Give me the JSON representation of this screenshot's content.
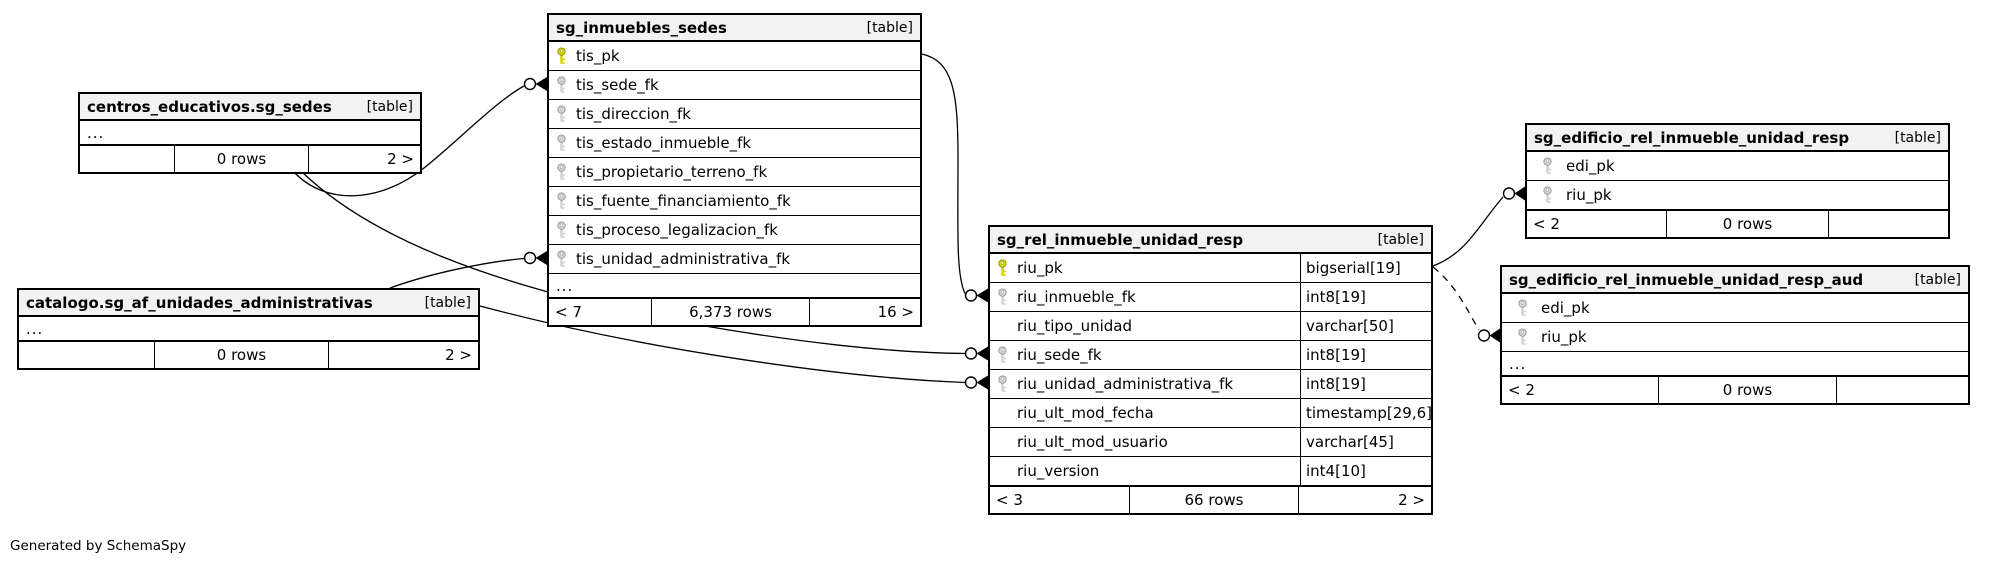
{
  "diagram": {
    "generator_note": "Generated by SchemaSpy",
    "colors": {
      "pk_key_fill": "#d6d600",
      "pk_key_stroke": "#8f8f00",
      "fk_key_fill": "#d4d4d4",
      "fk_key_stroke": "#949494",
      "header_bg": "#f2f2f2",
      "border": "#000000"
    },
    "tables": [
      {
        "title": "centros_educativos.sg_sedes",
        "badge": "[table]",
        "rows": [
          {
            "label": "..."
          }
        ],
        "footer": {
          "left": "",
          "center": "0 rows",
          "right": "2 >"
        }
      },
      {
        "title": "sg_inmuebles_sedes",
        "badge": "[table]",
        "rows": [
          {
            "label": "tis_pk",
            "key": "pk"
          },
          {
            "label": "tis_sede_fk",
            "key": "fk"
          },
          {
            "label": "tis_direccion_fk",
            "key": "fk"
          },
          {
            "label": "tis_estado_inmueble_fk",
            "key": "fk"
          },
          {
            "label": "tis_propietario_terreno_fk",
            "key": "fk"
          },
          {
            "label": "tis_fuente_financiamiento_fk",
            "key": "fk"
          },
          {
            "label": "tis_proceso_legalizacion_fk",
            "key": "fk"
          },
          {
            "label": "tis_unidad_administrativa_fk",
            "key": "fk"
          },
          {
            "label": "..."
          }
        ],
        "footer": {
          "left": "< 7",
          "center": "6,373 rows",
          "right": "16 >"
        }
      },
      {
        "title": "catalogo.sg_af_unidades_administrativas",
        "badge": "[table]",
        "rows": [
          {
            "label": "..."
          }
        ],
        "footer": {
          "left": "",
          "center": "0 rows",
          "right": "2 >"
        }
      },
      {
        "title": "sg_rel_inmueble_unidad_resp",
        "badge": "[table]",
        "rows": [
          {
            "label": "riu_pk",
            "key": "pk",
            "type": "bigserial[19]"
          },
          {
            "label": "riu_inmueble_fk",
            "key": "fk",
            "type": "int8[19]"
          },
          {
            "label": "riu_tipo_unidad",
            "type": "varchar[50]"
          },
          {
            "label": "riu_sede_fk",
            "key": "fk",
            "type": "int8[19]"
          },
          {
            "label": "riu_unidad_administrativa_fk",
            "key": "fk",
            "type": "int8[19]"
          },
          {
            "label": "riu_ult_mod_fecha",
            "type": "timestamp[29,6]"
          },
          {
            "label": "riu_ult_mod_usuario",
            "type": "varchar[45]"
          },
          {
            "label": "riu_version",
            "type": "int4[10]"
          }
        ],
        "footer": {
          "left": "< 3",
          "center": "66 rows",
          "right": "2 >"
        }
      },
      {
        "title": "sg_edificio_rel_inmueble_unidad_resp",
        "badge": "[table]",
        "rows": [
          {
            "label": "edi_pk",
            "key": "fk"
          },
          {
            "label": "riu_pk",
            "key": "fk"
          }
        ],
        "footer": {
          "left": "< 2",
          "center": "0 rows",
          "right": ""
        }
      },
      {
        "title": "sg_edificio_rel_inmueble_unidad_resp_aud",
        "badge": "[table]",
        "rows": [
          {
            "label": "edi_pk",
            "key": "fk"
          },
          {
            "label": "riu_pk",
            "key": "fk"
          },
          {
            "label": "..."
          }
        ],
        "footer": {
          "left": "< 2",
          "center": "0 rows",
          "right": ""
        }
      }
    ],
    "relationships": [
      {
        "from": "centros_educativos.sg_sedes",
        "to": "sg_inmuebles_sedes.tis_sede_fk",
        "style": "solid"
      },
      {
        "from": "centros_educativos.sg_sedes",
        "to": "sg_rel_inmueble_unidad_resp.riu_sede_fk",
        "style": "solid"
      },
      {
        "from": "catalogo.sg_af_unidades_administrativas",
        "to": "sg_inmuebles_sedes.tis_unidad_administrativa_fk",
        "style": "solid"
      },
      {
        "from": "catalogo.sg_af_unidades_administrativas",
        "to": "sg_rel_inmueble_unidad_resp.riu_unidad_administrativa_fk",
        "style": "solid"
      },
      {
        "from": "sg_inmuebles_sedes.tis_pk",
        "to": "sg_rel_inmueble_unidad_resp.riu_inmueble_fk",
        "style": "solid"
      },
      {
        "from": "sg_rel_inmueble_unidad_resp.riu_pk",
        "to": "sg_edificio_rel_inmueble_unidad_resp.riu_pk",
        "style": "solid"
      },
      {
        "from": "sg_rel_inmueble_unidad_resp.riu_pk",
        "to": "sg_edificio_rel_inmueble_unidad_resp_aud.riu_pk",
        "style": "dashed"
      }
    ]
  }
}
